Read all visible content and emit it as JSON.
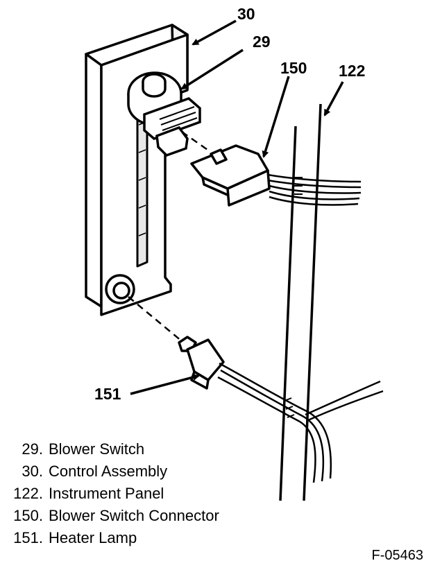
{
  "diagram": {
    "callouts": {
      "c30": "30",
      "c29": "29",
      "c150": "150",
      "c122": "122",
      "c151": "151"
    },
    "legend": [
      {
        "number": "29.",
        "label": "Blower Switch"
      },
      {
        "number": "30.",
        "label": "Control Assembly"
      },
      {
        "number": "122.",
        "label": "Instrument Panel"
      },
      {
        "number": "150.",
        "label": "Blower Switch Connector"
      },
      {
        "number": "151.",
        "label": "Heater Lamp"
      }
    ],
    "figure_id": "F-05463"
  }
}
